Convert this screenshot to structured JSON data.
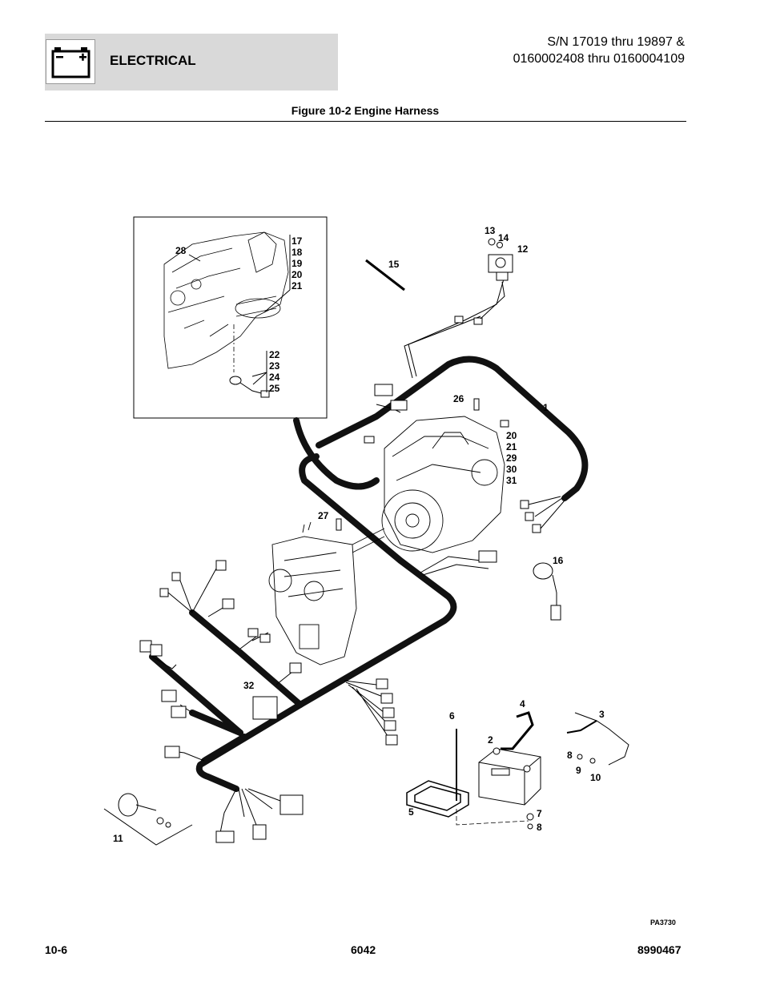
{
  "header": {
    "section": "ELECTRICAL",
    "serial_line1": "S/N 17019 thru 19897 &",
    "serial_line2": "0160002408 thru 0160004109",
    "icon": "battery-icon"
  },
  "figure": {
    "title": "Figure 10-2 Engine Harness",
    "drawing_id": "PA3730",
    "callouts": [
      "28",
      "17",
      "18",
      "19",
      "20",
      "21",
      "22",
      "23",
      "24",
      "25",
      "15",
      "13",
      "14",
      "12",
      "26",
      "1",
      "20",
      "21",
      "29",
      "30",
      "31",
      "27",
      "16",
      "32",
      "6",
      "4",
      "3",
      "2",
      "8",
      "9",
      "10",
      "5",
      "7",
      "8",
      "11"
    ]
  },
  "footer": {
    "left": "10-6",
    "center": "6042",
    "right": "8990467"
  }
}
